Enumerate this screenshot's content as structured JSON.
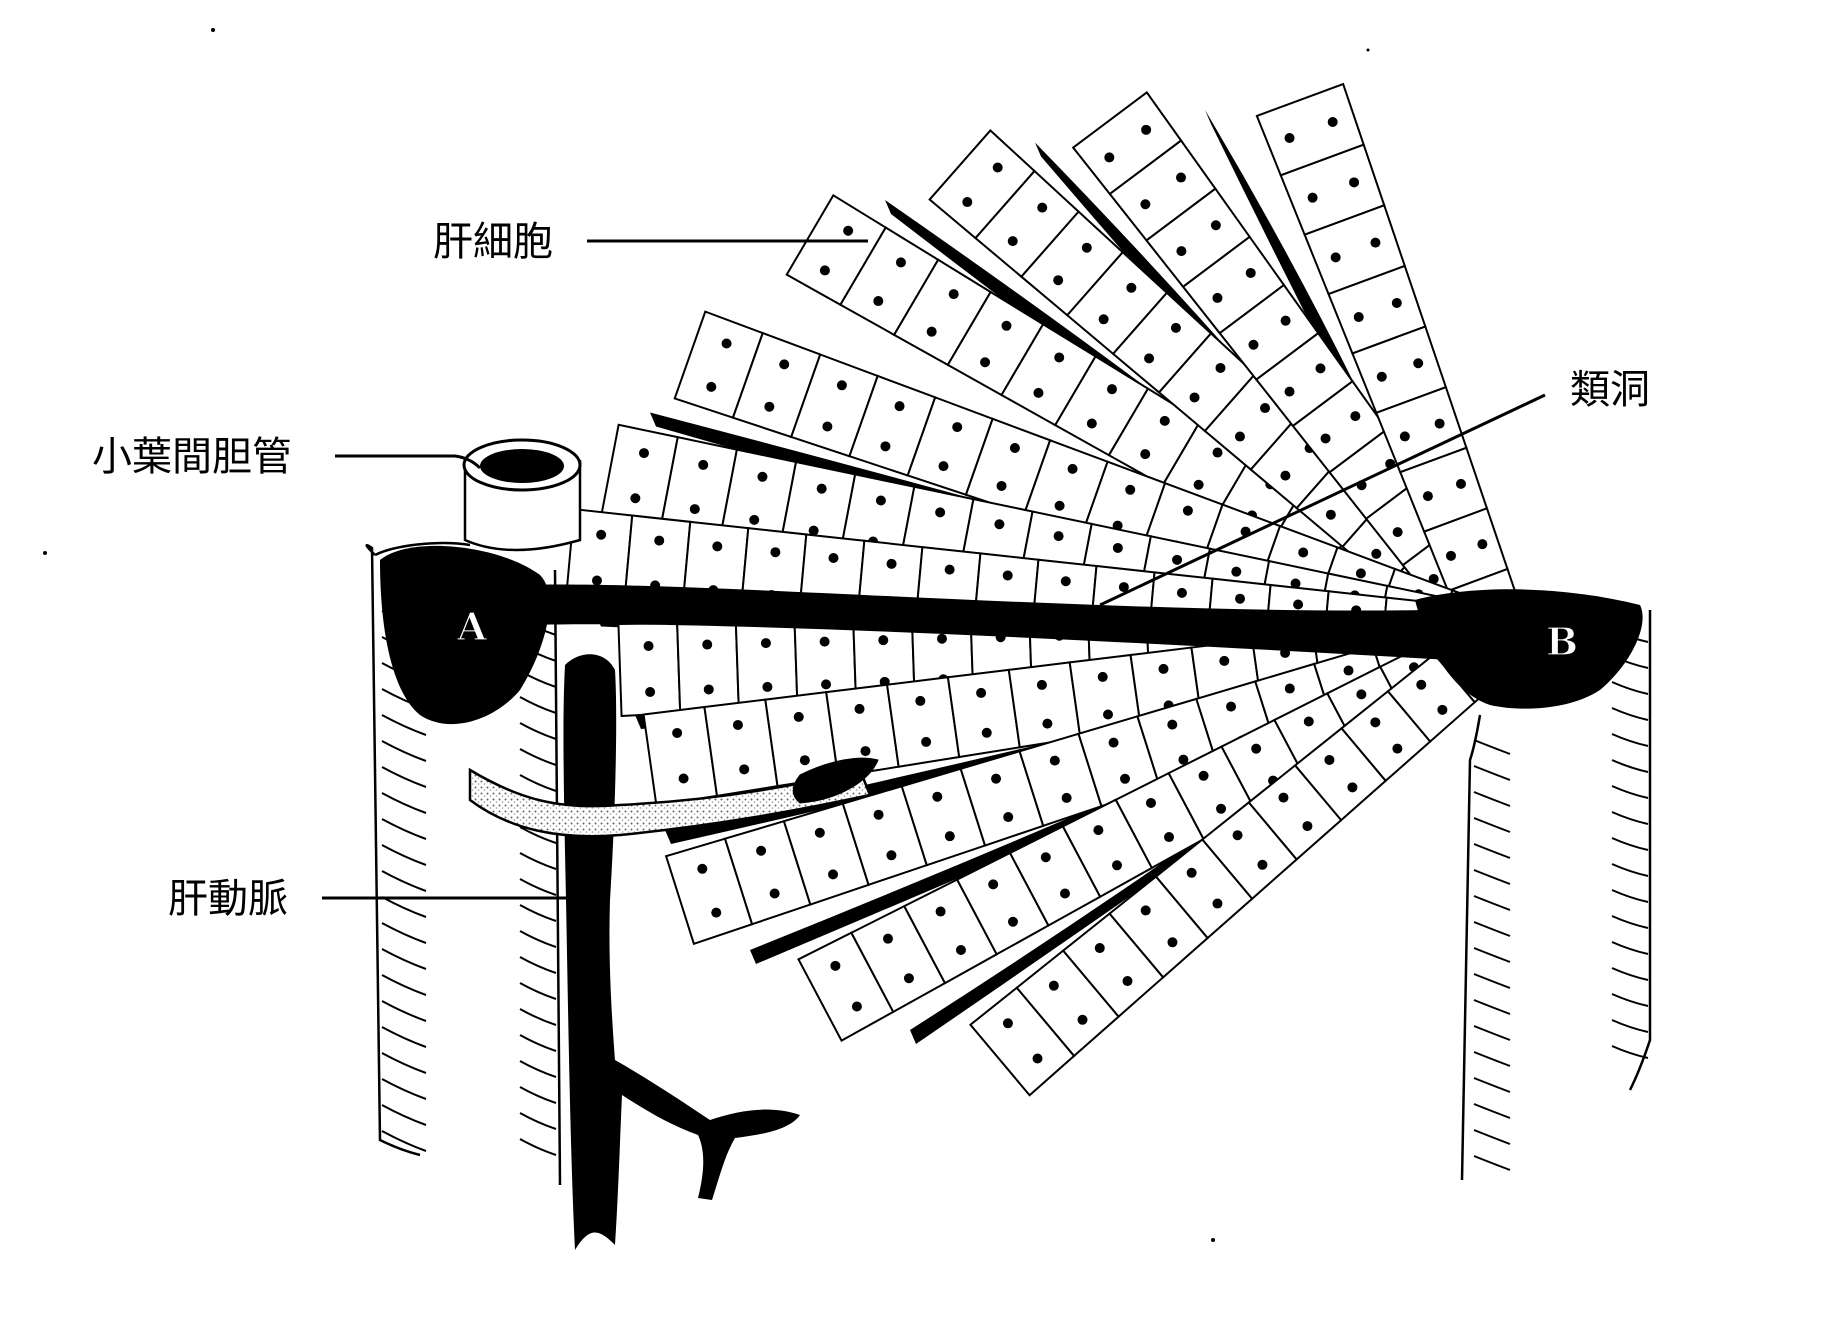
{
  "labels": {
    "hepatocyte": "肝細胞",
    "sinusoid": "類洞",
    "bile_duct": "小葉間胆管",
    "hepatic_artery": "肝動脈"
  },
  "vessels": {
    "left": "A",
    "right": "B"
  },
  "colors": {
    "ink": "#000000",
    "paper": "#ffffff",
    "stipple": "#9a9a9a"
  }
}
